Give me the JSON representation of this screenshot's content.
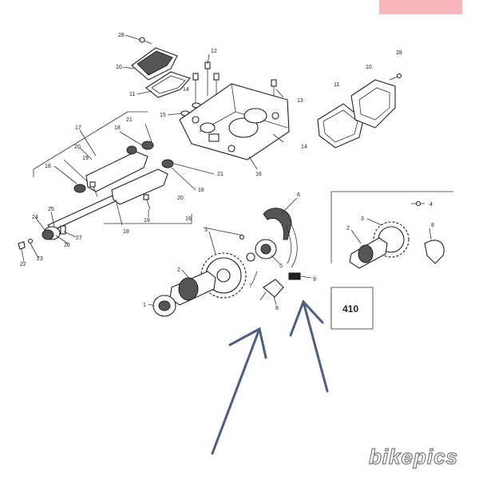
{
  "panel_label": "410",
  "watermark": "bikepics",
  "colors": {
    "arrow": "#4a5f82",
    "line": "#333333",
    "pink_bar": "#f6b7bf"
  },
  "callouts": {
    "c1": "1",
    "c2": "2",
    "c3": "3",
    "c5": "5",
    "c6": "6",
    "c7": "7",
    "c8": "8",
    "c9": "9",
    "c10a": "10",
    "c10b": "10",
    "c11a": "11",
    "c11b": "11",
    "c12": "12",
    "c13": "13",
    "c14a": "14",
    "c14b": "14",
    "c15": "15",
    "c16a": "16",
    "c16b": "16",
    "c17": "17",
    "c18a": "18",
    "c18b": "18",
    "c18c": "18",
    "c18d": "18",
    "c19a": "19",
    "c19b": "19",
    "c20a": "20",
    "c20b": "20",
    "c21a": "21",
    "c21b": "21",
    "c22": "22",
    "c23": "23",
    "c24": "24",
    "c25": "25",
    "c26": "26",
    "c27": "27",
    "c28a": "28",
    "c28b": "28",
    "i2": "2",
    "i3": "3",
    "i4": "4",
    "i8": "8"
  }
}
